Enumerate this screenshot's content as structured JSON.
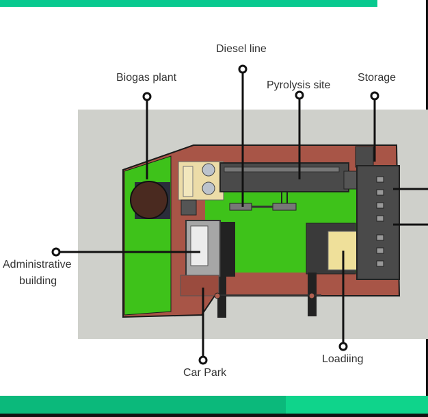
{
  "labels": {
    "diesel_line": "Diesel line",
    "biogas_plant": "Biogas plant",
    "pyrolysis_site": "Pyrolysis site",
    "storage": "Storage",
    "administrative_line1": "Administrative",
    "administrative_line2": "building",
    "loading": "Loadiing",
    "car_park": "Car Park"
  },
  "colors": {
    "accent_top": "#08c98f",
    "accent_bottom": "#0bb97b",
    "grass": "#3ec21a",
    "road": "#a85547",
    "ground": "#cfd0cb",
    "outline": "#1a1a1a"
  }
}
